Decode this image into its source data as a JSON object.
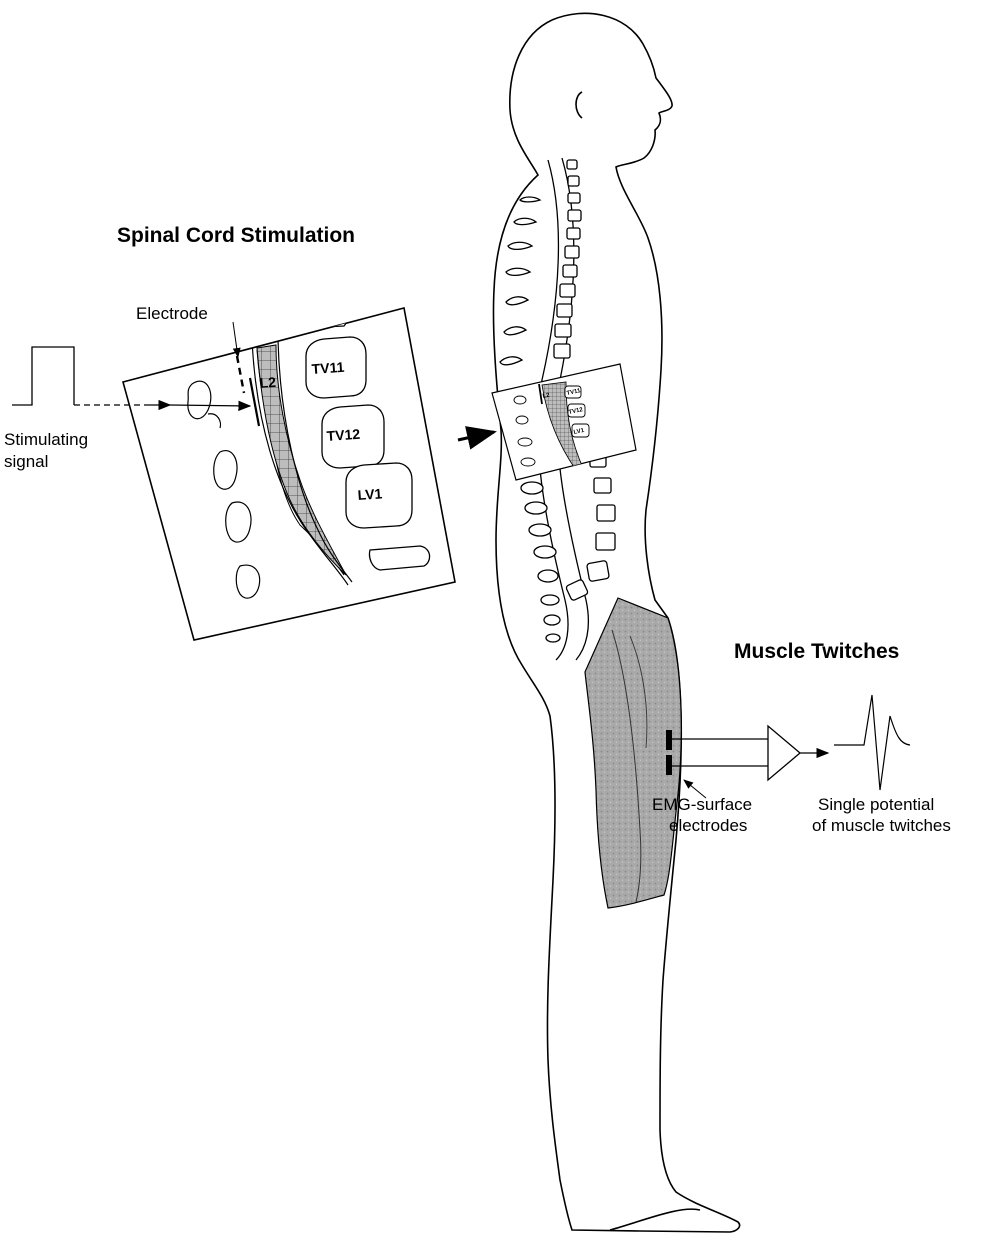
{
  "headings": {
    "spinal_cord_stimulation": "Spinal Cord Stimulation",
    "muscle_twitches": "Muscle Twitches"
  },
  "inset": {
    "electrode": "Electrode",
    "stimulating_signal_line1": "Stimulating",
    "stimulating_signal_line2": "signal",
    "l2": "L2",
    "tv11": "TV11",
    "tv12": "TV12",
    "lv1": "LV1"
  },
  "body_inset": {
    "l2": "L2",
    "tv11": "TV11",
    "tv12": "TV12",
    "lv1": "LV1"
  },
  "emg": {
    "electrodes_line1": "EMG-surface",
    "electrodes_line2": "electrodes",
    "potential_line1": "Single potential",
    "potential_line2": "of muscle twitches"
  }
}
